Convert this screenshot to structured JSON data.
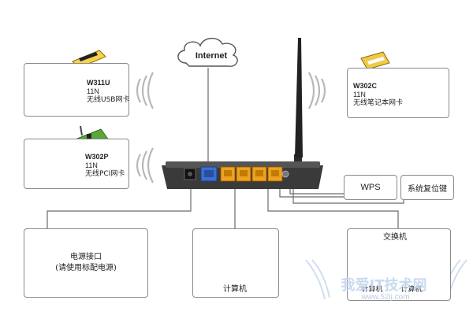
{
  "cloud": {
    "label": "Internet"
  },
  "devices": {
    "w311u": {
      "model": "W311U",
      "spec": "11N",
      "desc": "无线USB网卡"
    },
    "w302p": {
      "model": "W302P",
      "spec": "11N",
      "desc": "无线PCI网卡"
    },
    "w302c": {
      "model": "W302C",
      "spec": "11N",
      "desc": "无线笔记本网卡"
    }
  },
  "buttons": {
    "wps": "WPS",
    "reset": "系统复位键"
  },
  "bottom": {
    "power": "电源接口\n(请使用标配电源)",
    "computer": "计算机",
    "switch_title": "交换机",
    "switch_pc1": "计算机",
    "switch_pc2": "计算机"
  },
  "watermark": {
    "text": "我爱IT技术网",
    "url": "www.52ij.com"
  },
  "colors": {
    "lan_port": "#f0a020",
    "wan_port": "#3b6fd1",
    "router_body": "#3a3a3a",
    "line": "#6a6a6a"
  }
}
